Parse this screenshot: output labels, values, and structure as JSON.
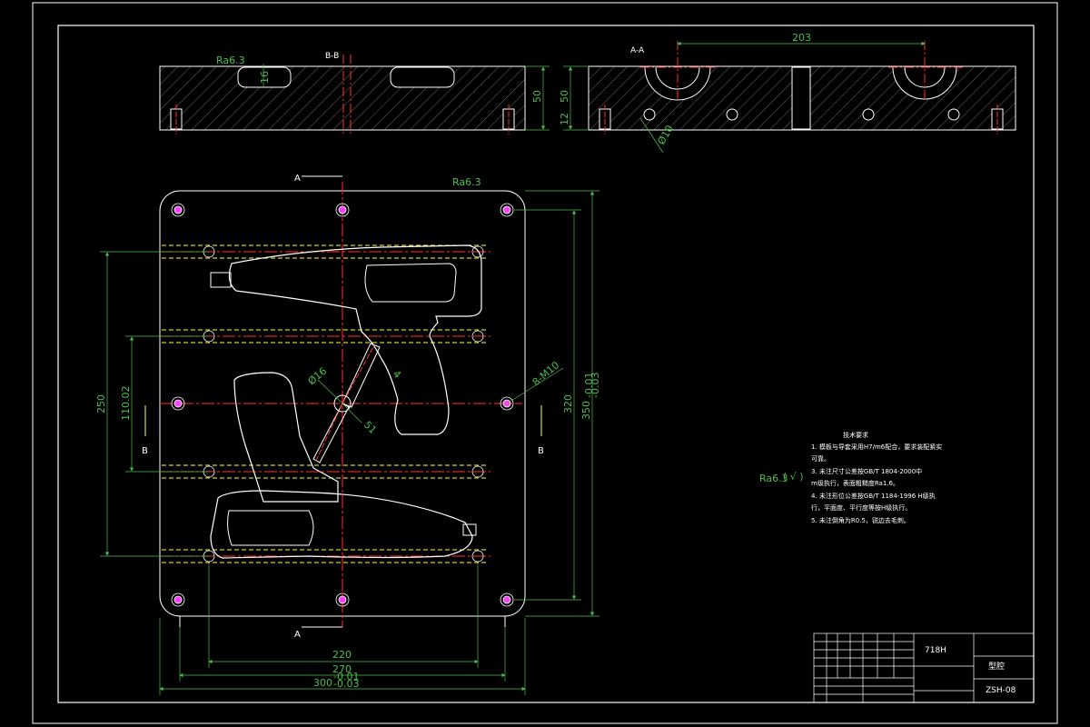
{
  "views": {
    "section_bb": {
      "label": "B-B",
      "dim_height": "50",
      "dim_pocket": "16"
    },
    "section_aa": {
      "label": "A-A",
      "dim_203": "203",
      "dim_height": "50",
      "dim_12": "12",
      "dim_hole": "Ø10"
    }
  },
  "plan": {
    "section_marks": [
      "A",
      "A",
      "B",
      "B"
    ],
    "dims": {
      "d220": "220",
      "d270": "270",
      "d300": "300",
      "d300_tol": "-0.01",
      "d300_tol2": "-0.03",
      "d250": "250",
      "d110": "110.02",
      "d320": "320",
      "d350": "350",
      "d350_tol": "-0.01",
      "d350_tol2": "-0.03",
      "d16": "Ø16",
      "d51": "51",
      "d_m10": "8-M10",
      "d4": "4"
    }
  },
  "notes": {
    "title": "技术要求",
    "lines": [
      "1. 模板与导套采用H7/m6配合，要求装配紧实",
      "   可靠。",
      "3. 未注尺寸公差按GB/T 1804-2000中",
      "   m级执行，表面粗糙度Ra1.6。",
      "4. 未注形位公差按GB/T 1184-1996 H级执",
      "   行，平面度、平行度等按H级执行。",
      "5. 未注倒角为R0.5，锐边去毛刺。"
    ],
    "roughness": "Ra6.3"
  },
  "title_block": {
    "material": "718H",
    "part_name": "型腔",
    "drawing_no": "ZSH-08"
  },
  "colors": {
    "outline": "#ffffff",
    "dimension": "#4cbf4c",
    "centerline": "#ff3030",
    "hidden": "#ffff40",
    "hole": "#ff40ff"
  }
}
